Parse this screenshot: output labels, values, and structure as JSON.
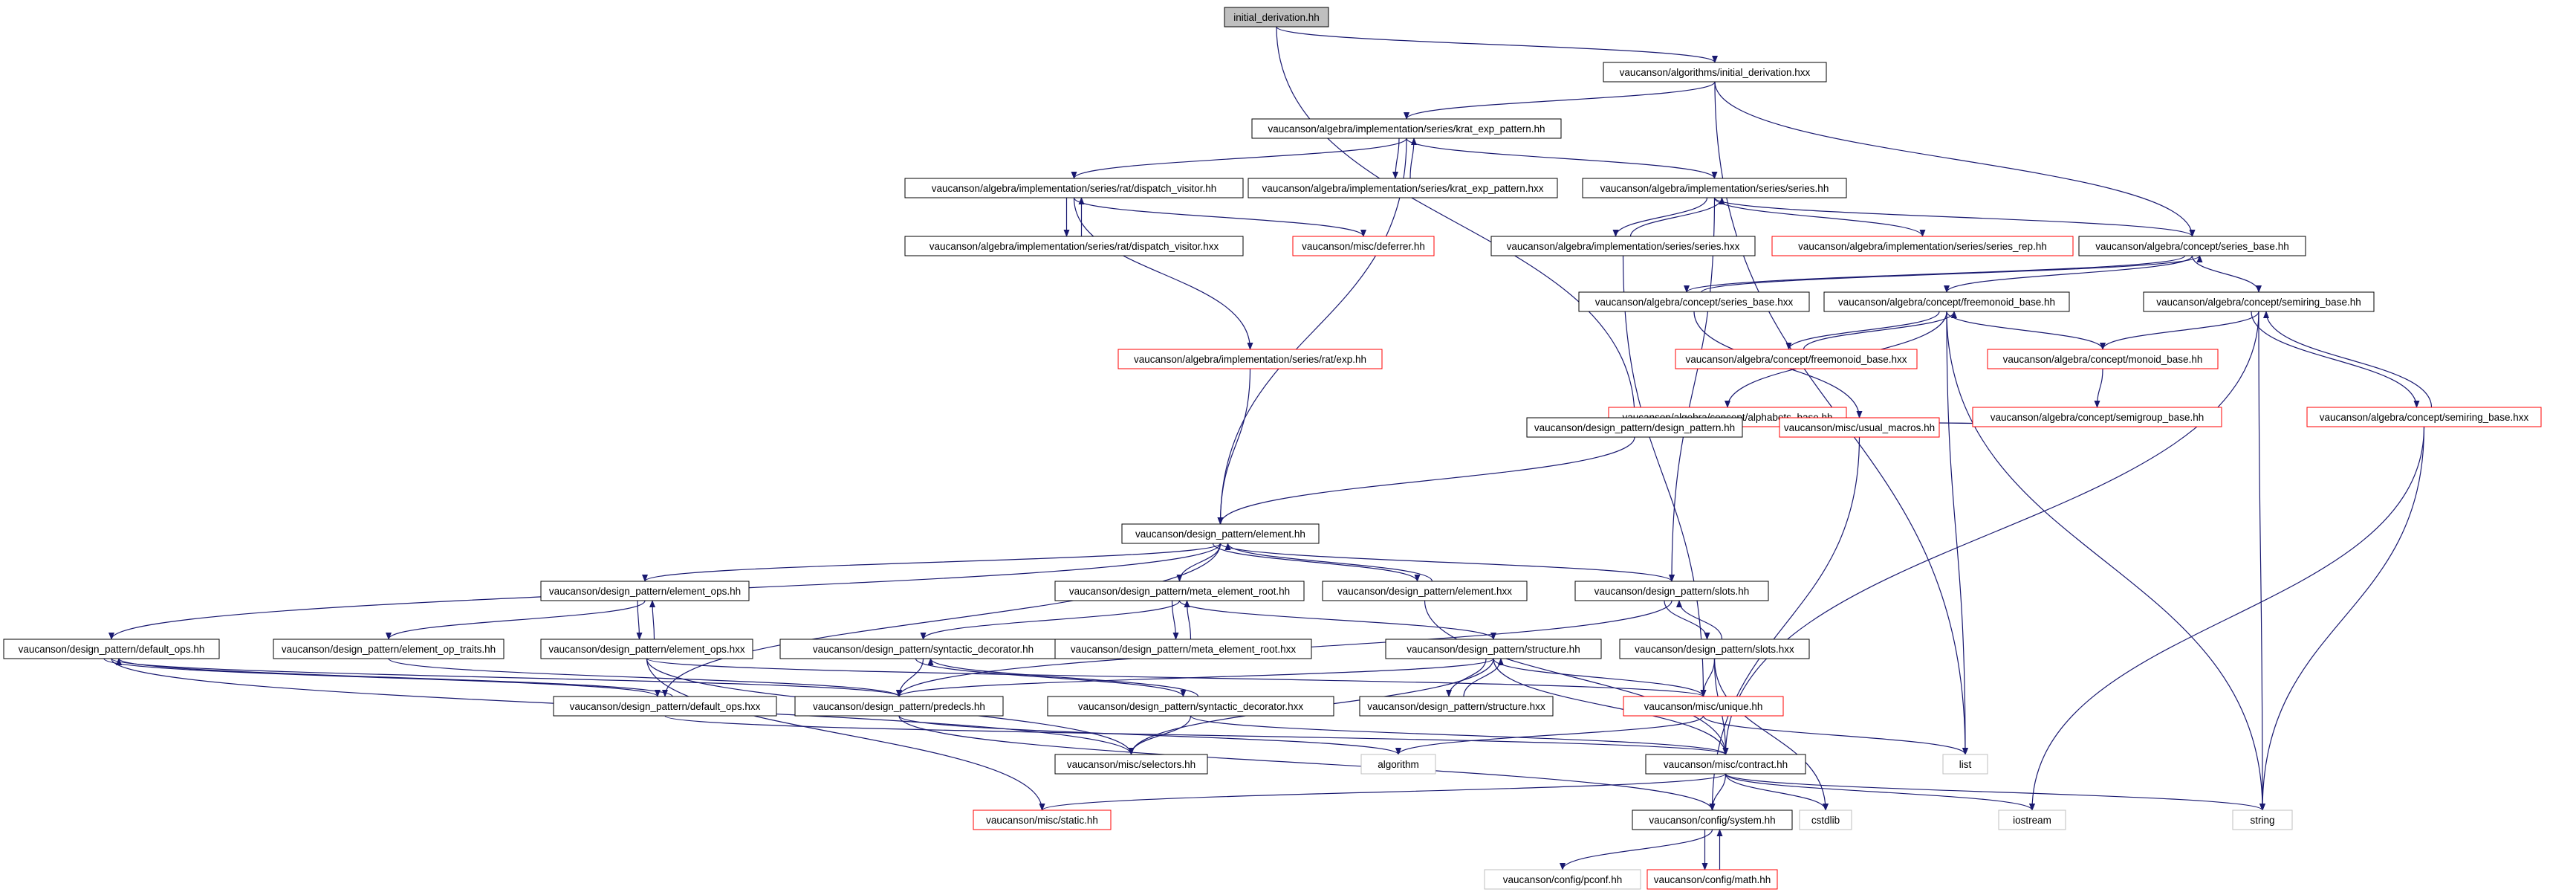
{
  "colors": {
    "edge": "#191970",
    "border_default": "#000000",
    "border_external": "#ff0000",
    "border_system": "#bfbfbf",
    "fill_root": "#bfbfbf",
    "fill_default": "#ffffff"
  },
  "nodes": {
    "initial_derivation_hh": "initial_derivation.hh",
    "algorithms_initial_derivation_hxx": "vaucanson/algorithms/initial_derivation.hxx",
    "krat_exp_pattern_hh": "vaucanson/algebra/implementation/series/krat_exp_pattern.hh",
    "dispatch_visitor_hh": "vaucanson/algebra/implementation/series/rat/dispatch_visitor.hh",
    "krat_exp_pattern_hxx": "vaucanson/algebra/implementation/series/krat_exp_pattern.hxx",
    "series_hh": "vaucanson/algebra/implementation/series/series.hh",
    "dispatch_visitor_hxx": "vaucanson/algebra/implementation/series/rat/dispatch_visitor.hxx",
    "deferrer_hh": "vaucanson/misc/deferrer.hh",
    "series_hxx": "vaucanson/algebra/implementation/series/series.hxx",
    "series_rep_hh": "vaucanson/algebra/implementation/series/series_rep.hh",
    "series_base_hh": "vaucanson/algebra/concept/series_base.hh",
    "series_base_hxx": "vaucanson/algebra/concept/series_base.hxx",
    "freemonoid_base_hh": "vaucanson/algebra/concept/freemonoid_base.hh",
    "semiring_base_hh": "vaucanson/algebra/concept/semiring_base.hh",
    "freemonoid_base_hxx": "vaucanson/algebra/concept/freemonoid_base.hxx",
    "monoid_base_hh": "vaucanson/algebra/concept/monoid_base.hh",
    "exp_hh": "vaucanson/algebra/implementation/series/rat/exp.hh",
    "alphabets_base_hh": "vaucanson/algebra/concept/alphabets_base.hh",
    "semigroup_base_hh": "vaucanson/algebra/concept/semigroup_base.hh",
    "semiring_base_hxx": "vaucanson/algebra/concept/semiring_base.hxx",
    "design_pattern_hh": "vaucanson/design_pattern/design_pattern.hh",
    "usual_macros_hh": "vaucanson/misc/usual_macros.hh",
    "element_hh": "vaucanson/design_pattern/element.hh",
    "element_ops_hh": "vaucanson/design_pattern/element_ops.hh",
    "meta_element_root_hh": "vaucanson/design_pattern/meta_element_root.hh",
    "element_hxx": "vaucanson/design_pattern/element.hxx",
    "slots_hh": "vaucanson/design_pattern/slots.hh",
    "default_ops_hh": "vaucanson/design_pattern/default_ops.hh",
    "element_op_traits_hh": "vaucanson/design_pattern/element_op_traits.hh",
    "element_ops_hxx": "vaucanson/design_pattern/element_ops.hxx",
    "syntactic_decorator_hh": "vaucanson/design_pattern/syntactic_decorator.hh",
    "meta_element_root_hxx": "vaucanson/design_pattern/meta_element_root.hxx",
    "structure_hh": "vaucanson/design_pattern/structure.hh",
    "slots_hxx": "vaucanson/design_pattern/slots.hxx",
    "default_ops_hxx": "vaucanson/design_pattern/default_ops.hxx",
    "predecls_hh": "vaucanson/design_pattern/predecls.hh",
    "syntactic_decorator_hxx": "vaucanson/design_pattern/syntactic_decorator.hxx",
    "structure_hxx": "vaucanson/design_pattern/structure.hxx",
    "unique_hh": "vaucanson/misc/unique.hh",
    "list": "list",
    "selectors_hh": "vaucanson/misc/selectors.hh",
    "algorithm": "algorithm",
    "contract_hh": "vaucanson/misc/contract.hh",
    "static_hh": "vaucanson/misc/static.hh",
    "system_hh": "vaucanson/config/system.hh",
    "cstdlib": "cstdlib",
    "iostream": "iostream",
    "string": "string",
    "pconf_hh": "vaucanson/config/pconf.hh",
    "math_hh": "vaucanson/config/math.hh"
  }
}
